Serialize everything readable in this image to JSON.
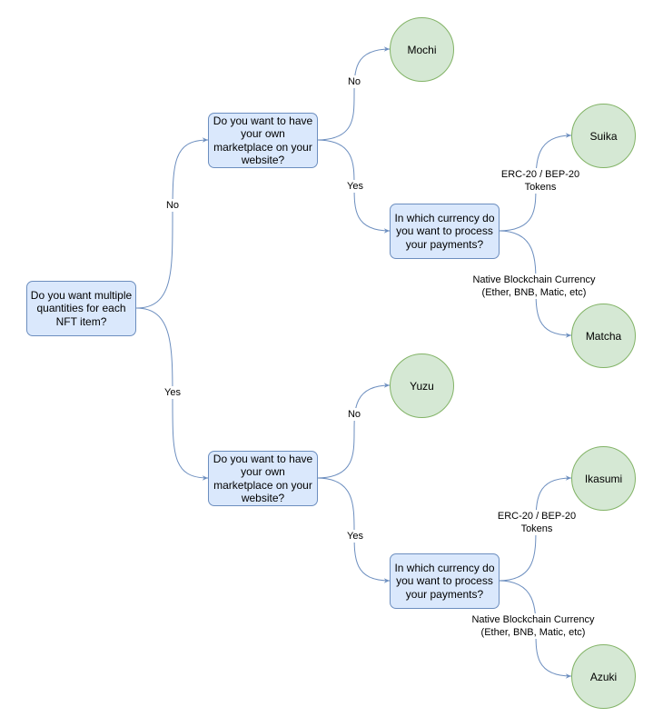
{
  "questions": {
    "root": "Do you want multiple quantities for each NFT item?",
    "marketplace_top": "Do you want to have your own marketplace on your website?",
    "marketplace_bottom": "Do you want to have your own marketplace on your website?",
    "currency_top": "In which currency do you want to process your payments?",
    "currency_bottom": "In which currency do you want to process your payments?"
  },
  "results": {
    "mochi": "Mochi",
    "suika": "Suika",
    "matcha": "Matcha",
    "yuzu": "Yuzu",
    "ikasumi": "Ikasumi",
    "azuki": "Azuki"
  },
  "edge_labels": {
    "root_no": "No",
    "root_yes": "Yes",
    "top_no": "No",
    "top_yes": "Yes",
    "bottom_no": "No",
    "bottom_yes": "Yes",
    "top_erc": "ERC-20 / BEP-20 Tokens",
    "top_native": "Native Blockchain Currency (Ether, BNB, Matic, etc)",
    "bottom_erc": "ERC-20 / BEP-20 Tokens",
    "bottom_native": "Native Blockchain Currency (Ether, BNB, Matic, etc)"
  },
  "colors": {
    "question_fill": "#dae8fc",
    "question_stroke": "#6c8ebf",
    "result_fill": "#d5e8d4",
    "result_stroke": "#82b366",
    "connector": "#6c8ebf"
  }
}
